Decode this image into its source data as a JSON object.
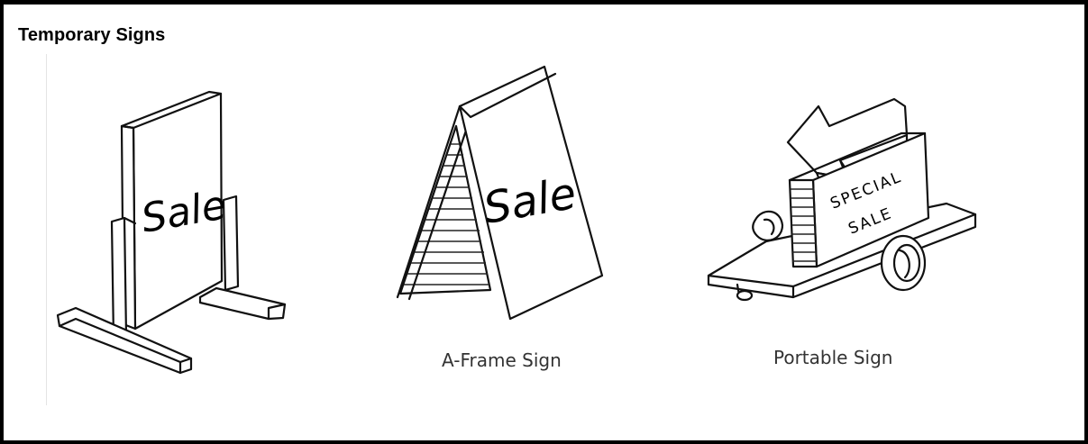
{
  "title": "Temporary Signs",
  "signs": [
    {
      "id": "standing-sign",
      "caption": "",
      "sign_text": "Sale"
    },
    {
      "id": "a-frame-sign",
      "caption": "A-Frame Sign",
      "sign_text": "Sale"
    },
    {
      "id": "portable-sign",
      "caption": "Portable Sign",
      "sign_text_line1": "SPECIAL",
      "sign_text_line2": "SALE"
    }
  ]
}
